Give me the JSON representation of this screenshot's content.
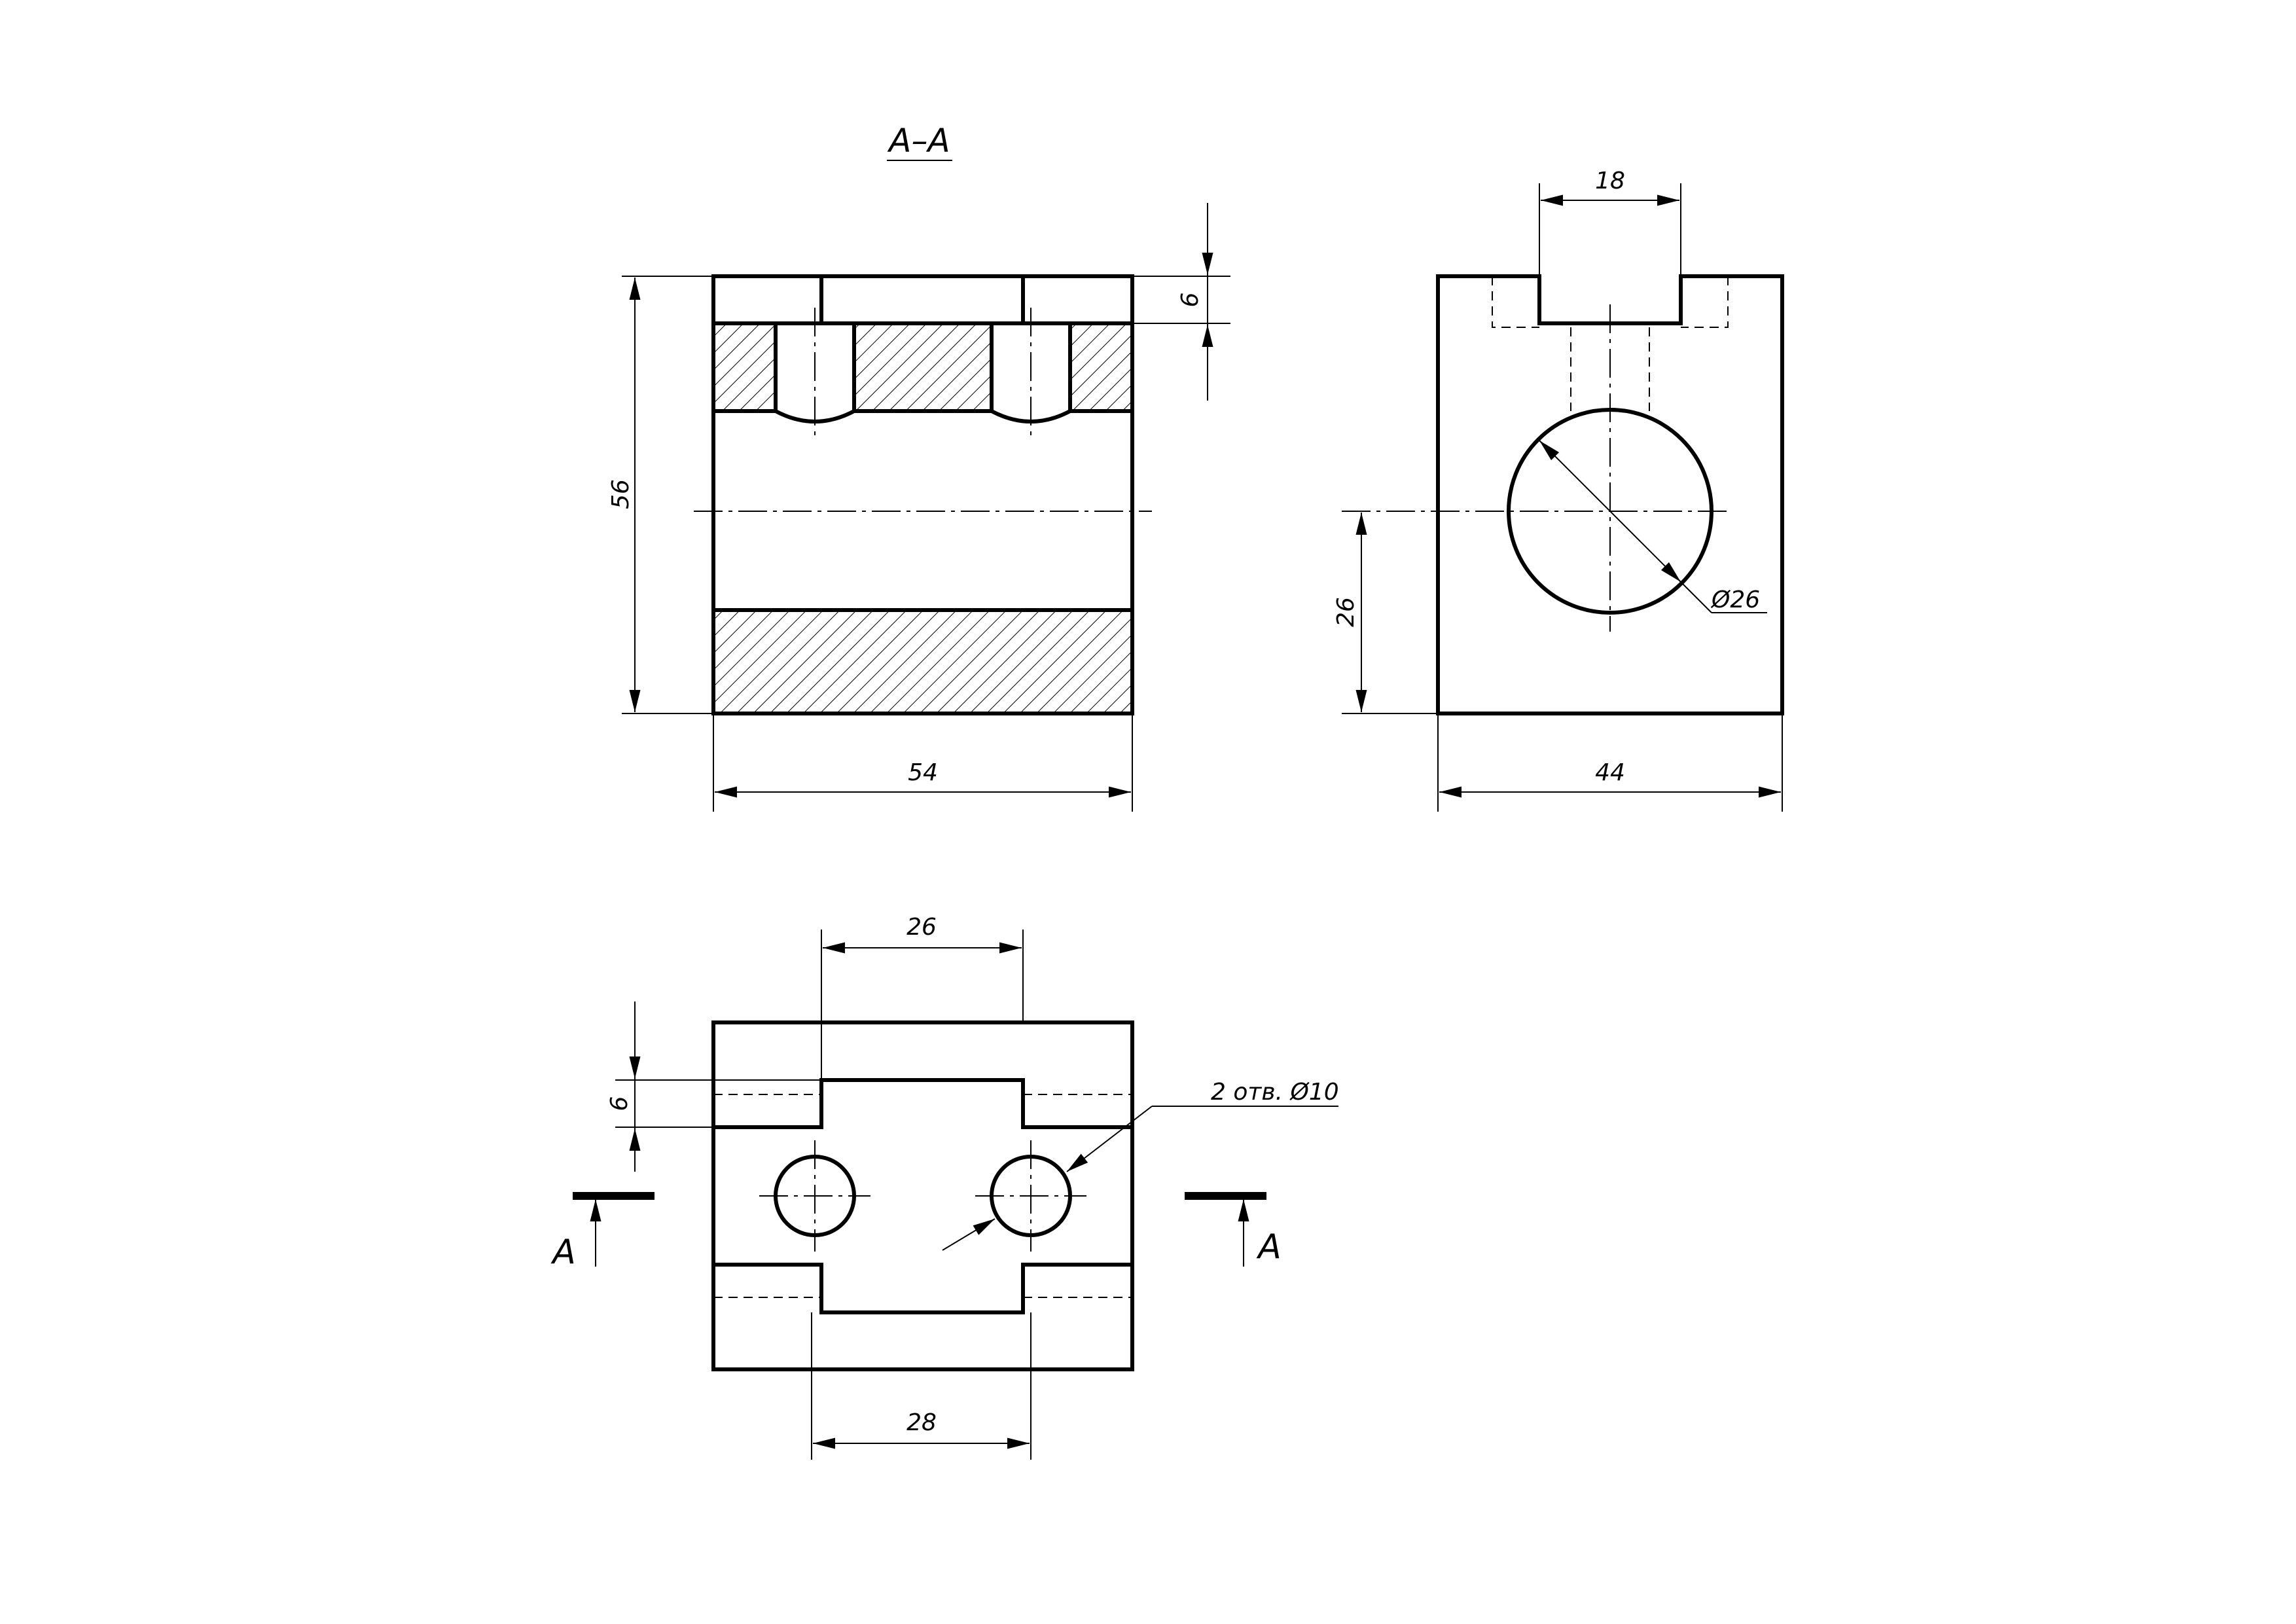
{
  "section_title": "A–A",
  "section_letter": "A",
  "hole_note": "2 отв. Ø10",
  "dims": {
    "front_height": "56",
    "front_width": "54",
    "front_top": "6",
    "side_slot": "18",
    "side_axis": "26",
    "side_bore": "Ø26",
    "side_width": "44",
    "top_slot_top": "26",
    "top_slot_bottom": "28",
    "top_depth": "6"
  }
}
